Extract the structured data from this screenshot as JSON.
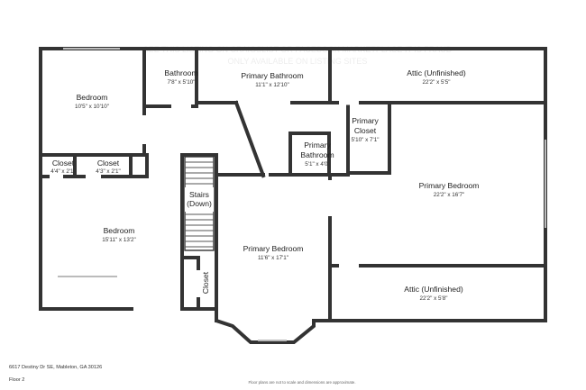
{
  "watermark": {
    "line1": "SEE THIS LISTING ON CRAIGSLIST OR FACEBOOK MARKETPLACE IT IS FRAUD",
    "line2": "ONLY AVAILABLE ON LISTING SITES"
  },
  "rooms": [
    {
      "id": "bedroom-nw",
      "name": "Bedroom",
      "dims": "10'5\" x 10'10\""
    },
    {
      "id": "bathroom",
      "name": "Bathroom",
      "dims": "7'8\" x 5'10\""
    },
    {
      "id": "primary-bathroom",
      "name": "Primary Bathroom",
      "dims": "11'1\" x 12'10\""
    },
    {
      "id": "attic-top",
      "name": "Attic (Unfinished)",
      "dims": "22'2\" x 5'5\""
    },
    {
      "id": "primary-closet",
      "name": "Primary Closet",
      "dims": "5'10\" x 7'1\""
    },
    {
      "id": "primary-bathroom-small",
      "name": "Primary Bathroom",
      "dims": "5'1\" x 4'0\""
    },
    {
      "id": "closet-a",
      "name": "Closet",
      "dims": "4'4\" x 2'1\""
    },
    {
      "id": "closet-b",
      "name": "Closet",
      "dims": "4'3\" x 2'1\""
    },
    {
      "id": "primary-bedroom-east",
      "name": "Primary Bedroom",
      "dims": "22'2\" x 16'7\""
    },
    {
      "id": "stairs",
      "name": "Stairs (Down)",
      "dims": ""
    },
    {
      "id": "bedroom-sw",
      "name": "Bedroom",
      "dims": "15'11\" x 13'2\""
    },
    {
      "id": "primary-bedroom-center",
      "name": "Primary Bedroom",
      "dims": "11'6\" x 17'1\""
    },
    {
      "id": "closet-vertical",
      "name": "Closet",
      "dims": ""
    },
    {
      "id": "attic-bottom",
      "name": "Attic (Unfinished)",
      "dims": "22'2\" x 5'8\""
    }
  ],
  "footer": {
    "address": "6617 Destiny Dr SE, Mableton, GA 30126",
    "floor": "Floor 2",
    "disclaimer": "Floor plans are not to scale and dimensions are approximate."
  }
}
